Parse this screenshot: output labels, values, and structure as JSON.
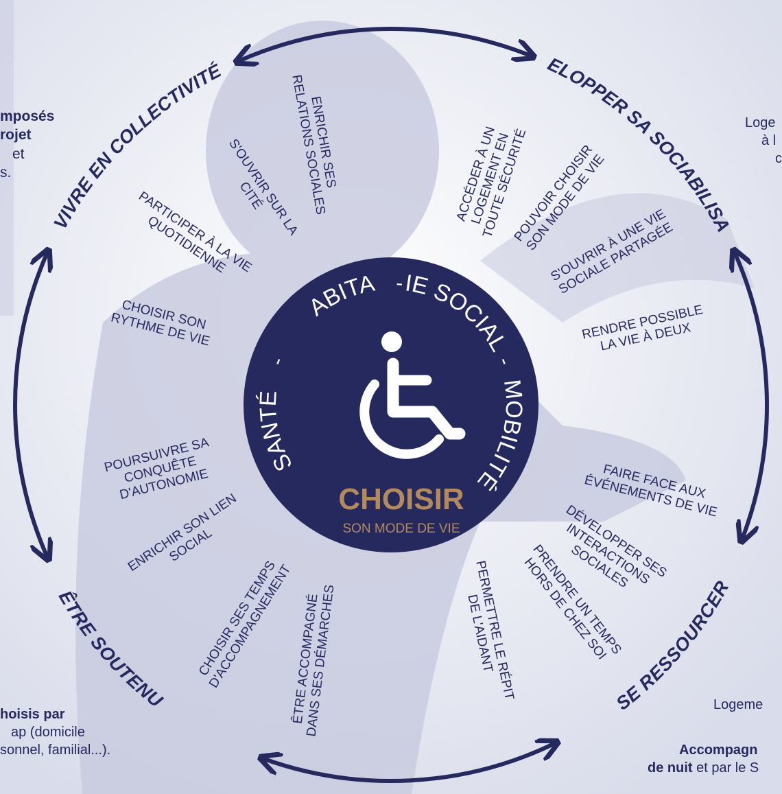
{
  "colors": {
    "navy": "#26295e",
    "gold": "#b38a5d",
    "background": "#eef0f7"
  },
  "center": {
    "ring_labels": [
      "HABITAT",
      "-",
      "VIE SOCIALE",
      "-",
      "MOBILITÉ",
      "SANTÉ",
      "-"
    ],
    "icon": "wheelchair-accessibility-icon",
    "title": "CHOISIR",
    "subtitle": "SON MODE DE VIE"
  },
  "sections": [
    "DÉVELOPPER SA SOCIABILISATION",
    "SE RESSOURCER",
    "ÊTRE SOUTENU",
    "VIVRE EN COLLECTIVITÉ"
  ],
  "items": [
    "ACCÉDER À UN LOGEMENT EN TOUTE SÉCURITÉ",
    "POUVOIR CHOISIR SON MODE DE VIE",
    "S'OUVRIR À UNE VIE SOCIALE PARTAGÉE",
    "RENDRE POSSIBLE LA VIE À DEUX",
    "FAIRE FACE AUX ÉVÉNEMENTS DE VIE",
    "DÉVELOPPER SES INTERACTIONS SOCIALES",
    "PRENDRE UN TEMPS HORS DE CHEZ SOI",
    "PERMETTRE LE RÉPIT DE L'AIDANT",
    "ÊTRE ACCOMPAGNÉ DANS SES DÉMARCHES",
    "CHOISIR SES TEMPS D'ACCOMPAGNEMENT",
    "ENRICHIR SON LIEN SOCIAL",
    "POURSUIVRE SA CONQUÊTE D'AUTONOMIE",
    "CHOISIR SON RYTHME DE VIE",
    "PARTICIPER À LA VIE QUOTIDIENNE",
    "S'OUVRIR SUR LA CITÉ",
    "ENRICHIR SES RELATIONS SOCIALES"
  ],
  "side_texts": {
    "top_left_bold": "mposés",
    "top_left_bold2": "rojet",
    "top_left_small": "et",
    "top_left_small2": "s.",
    "top_right_1": "Loge",
    "top_right_2": "à l",
    "top_right_3": "c",
    "bottom_left_bold": "hoisis par",
    "bottom_left_2": "ap   (domicile",
    "bottom_left_3": "sonnel, familial...).",
    "bottom_right_1": "Logeme",
    "bottom_right_bold": "Accompagn",
    "bottom_right_bold2": "de nuit",
    "bottom_right_3": "et par le S"
  }
}
